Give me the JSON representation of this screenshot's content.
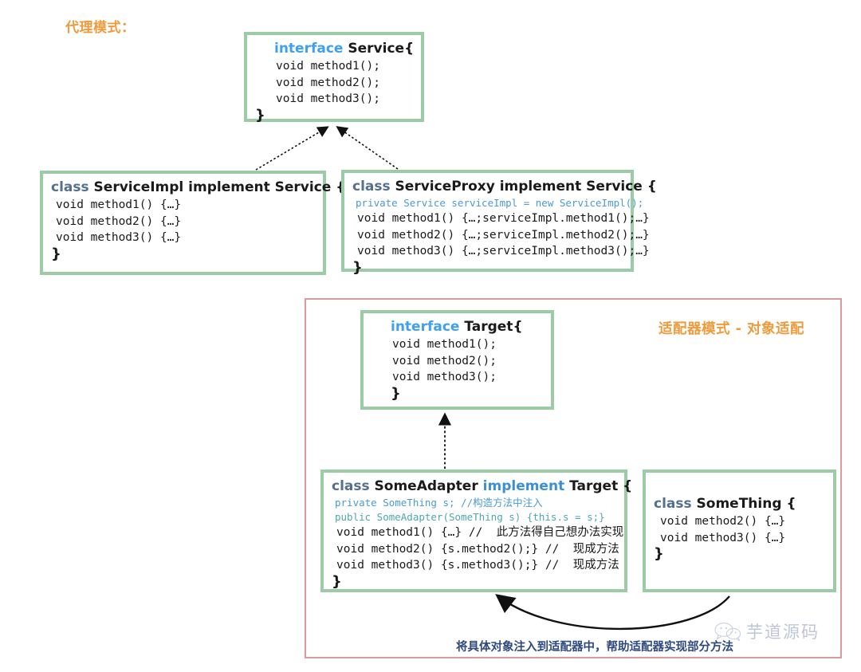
{
  "diagram": {
    "proxy_section": {
      "title": "代理模式：",
      "title_color": "#ef9b3c",
      "boxes": [
        {
          "id": "service",
          "kind": "interface",
          "keyword": "interface",
          "name": "Service",
          "open_brace": "{",
          "members": [
            "void method1();",
            "void method2();",
            "void method3();"
          ],
          "close_brace": "}"
        },
        {
          "id": "serviceimpl",
          "kind": "class",
          "keyword": "class",
          "name": "ServiceImpl implement Service",
          "open_brace": "{",
          "members": [
            "void method1() {…}",
            "void method2() {…}",
            "void method3() {…}"
          ],
          "close_brace": "}"
        },
        {
          "id": "serviceproxy",
          "kind": "class",
          "keyword": "class",
          "name": "ServiceProxy implement Service",
          "open_brace": "{",
          "field": "private Service serviceImpl = new ServiceImpl();",
          "members": [
            "void method1() {…;serviceImpl.method1();…}",
            "void method2() {…;serviceImpl.method2();…}",
            "void method3() {…;serviceImpl.method3();…}"
          ],
          "close_brace": "}"
        }
      ]
    },
    "adapter_section": {
      "title": "适配器模式 - 对象适配",
      "title_color": "#ef9b3c",
      "border_color": "#dd9a9a",
      "caption": "将具体对象注入到适配器中，帮助适配器实现部分方法",
      "caption_color": "#2e4a7d",
      "boxes": [
        {
          "id": "target",
          "kind": "interface",
          "keyword": "interface",
          "name": "Target",
          "open_brace": "{",
          "members": [
            "void method1();",
            "void method2();",
            "void method3();"
          ],
          "close_brace": "}"
        },
        {
          "id": "someadapter",
          "kind": "class",
          "keyword_class": "class",
          "name1": "SomeAdapter",
          "keyword_implement": "implement",
          "name2": "Target",
          "open_brace": "{",
          "field1": "private SomeThing s; //构造方法中注入",
          "field2": "public SomeAdapter(SomeThing s) {this.s = s;}",
          "members": [
            "void method1() {…} //  此方法得自己想办法实现",
            "void method2() {s.method2();} //  现成方法",
            "void method3() {s.method3();} //  现成方法"
          ],
          "close_brace": "}"
        },
        {
          "id": "something",
          "kind": "class",
          "keyword": "class",
          "name": "SomeThing",
          "open_brace": "{",
          "members": [
            "void method2() {…}",
            "void method3() {…}"
          ],
          "close_brace": "}"
        }
      ]
    },
    "colors": {
      "box_border_green": "#9ccca5",
      "keyword_interface": "#3fa0ef",
      "keyword_class": "#55708f",
      "keyword_implement": "#3b8fd6",
      "field_blue": "#4a9ad4",
      "field_teal": "#4fa6b0",
      "accent_orange": "#ef9b3c"
    },
    "watermark": {
      "text": "芋道源码",
      "icon": "wechat-icon"
    }
  }
}
